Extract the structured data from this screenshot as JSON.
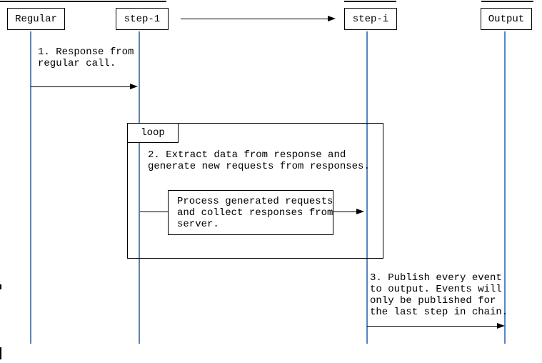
{
  "diagram": {
    "participants": [
      {
        "id": "regular",
        "label": "Regular"
      },
      {
        "id": "step-1",
        "label": "step-1"
      },
      {
        "id": "step-i",
        "label": "step-i"
      },
      {
        "id": "output",
        "label": "Output"
      }
    ],
    "chain_arrow": {
      "from": "step-1",
      "to": "step-i"
    },
    "loop_label": "loop",
    "messages": {
      "msg1": {
        "from": "Regular",
        "to": "step-1",
        "lines": [
          "1. Response from",
          "regular call."
        ]
      },
      "msg2": {
        "note_in": "loop",
        "lines": [
          "2. Extract data from response and",
          "generate new requests from responses."
        ]
      },
      "msg3": {
        "from": "step-i",
        "to": "Output",
        "lines": [
          "3. Publish every event",
          "to output. Events will",
          "only be published for",
          "the last step in chain."
        ]
      }
    },
    "process_box": {
      "lines": [
        "Process generated requests",
        "and collect responses from",
        "server."
      ]
    },
    "colors": {
      "line": "#000000",
      "background": "#ffffff",
      "lifeline_fringe_blue": "#5b87bb",
      "lifeline_fringe_tan": "#a5763a"
    }
  }
}
